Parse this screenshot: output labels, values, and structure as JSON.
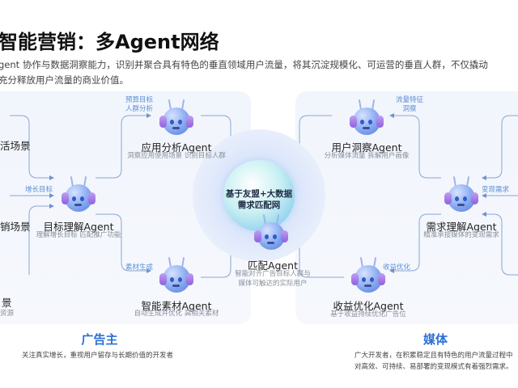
{
  "header": {
    "title": "智能营销：多Agent网络",
    "subtitle_line1": "gent 协作与数据洞察能力，识别并聚合具有特色的垂直领域用户流量，将其沉淀规模化、可运营的垂直人群，不仅撬动",
    "subtitle_line2": "充分释放用户流量的商业价值。"
  },
  "center": {
    "line1": "基于友盟+大数据",
    "line2": "需求匹配网"
  },
  "left_cut": {
    "scene1": "活场景",
    "scene2": "销场景",
    "scene3": "景",
    "scene3_desc": "资源"
  },
  "agents": {
    "app_analysis": {
      "name": "应用分析Agent",
      "desc": "洞察应用使用场景 识别目标人群"
    },
    "goal": {
      "name": "目标理解Agent",
      "desc": "理解增长目标 匹配推广功能"
    },
    "material": {
      "name": "智能素材Agent",
      "desc": "自动生成并优化 高相关素材"
    },
    "match": {
      "name": "匹配Agent",
      "desc1": "智能对齐广告目标人群与",
      "desc2": "媒体可触达的实际用户"
    },
    "user_insight": {
      "name": "用户洞察Agent",
      "desc": "分析媒体流量 拆解用户画像"
    },
    "demand": {
      "name": "需求理解Agent",
      "desc": "精准承接媒体的变现需求"
    },
    "revenue": {
      "name": "收益优化Agent",
      "desc": "基于收益持续优化广告位"
    }
  },
  "edges": {
    "budget1": "预算目标",
    "budget2": "人群分析",
    "growth": "增长目标",
    "material": "素材生成",
    "traffic1": "流量特征",
    "traffic2": "洞察",
    "monetize": "变现需求",
    "revenue": "收益优化"
  },
  "advertiser": {
    "title": "广告主",
    "desc": "关注真实增长，重视用户留存与长期价值的开发者"
  },
  "media": {
    "title": "媒体",
    "desc1": "广大开发者，在积累稳定且有特色的用户流量过程中",
    "desc2": "对高效、可持续、易部署的变现模式有着强烈需求。"
  },
  "colors": {
    "accent": "#2b6fd6",
    "line": "#7f9fcf"
  }
}
